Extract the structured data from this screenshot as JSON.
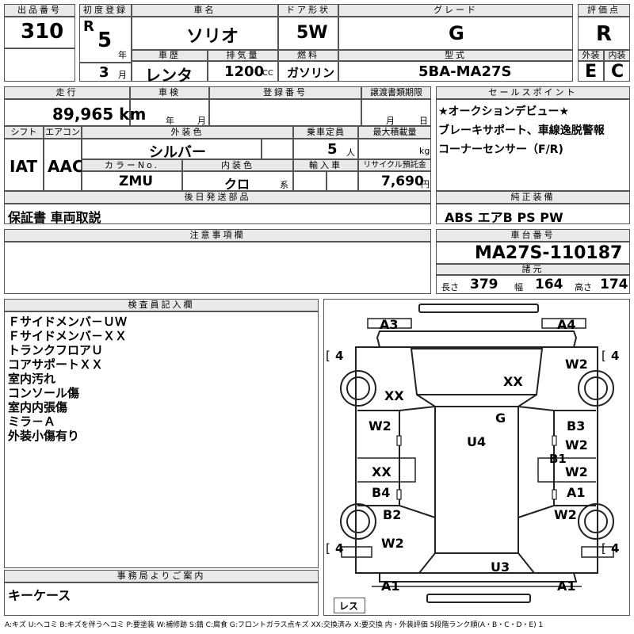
{
  "header": {
    "lot_label": "出品番号",
    "lot_value": "310",
    "first_reg_label": "初度登録",
    "era": "R",
    "year_value": "5",
    "year_unit": "年",
    "month_value": "3",
    "month_unit": "月",
    "car_name_label": "車名",
    "car_name": "ソリオ",
    "door_label": "ドア形状",
    "door_value": "5W",
    "grade_label": "グレード",
    "grade_value": "G",
    "score_label": "評価点",
    "score_value": "R",
    "history_label": "車歴",
    "history_value": "レンタ",
    "displacement_label": "排気量",
    "displacement_value": "1200",
    "displacement_unit": "CC",
    "fuel_label": "燃料",
    "fuel_value": "ガソリン",
    "model_label": "型式",
    "model_value": "5BA-MA27S",
    "exterior_label": "外装",
    "exterior_value": "E",
    "interior_label": "内装",
    "interior_value": "C"
  },
  "row2": {
    "mileage_label": "走行",
    "mileage_value": "89,965 km",
    "inspection_label": "車検",
    "inspection_year_unit": "年",
    "inspection_month_unit": "月",
    "reg_label": "登録番号",
    "transfer_label": "譲渡書類期限",
    "transfer_month_unit": "月",
    "transfer_day_unit": "日",
    "shift_label": "シフト",
    "shift_value": "IAT",
    "ac_label": "エアコン",
    "ac_value": "AAC",
    "color_label": "外装色",
    "color_value": "シルバー",
    "capacity_label": "乗車定員",
    "capacity_value": "5",
    "capacity_unit": "人",
    "load_label": "最大積載量",
    "load_unit": "kg",
    "color_no_label": "カラーNo.",
    "color_no_value": "ZMU",
    "interior_color_label": "内装色",
    "interior_color_value": "クロ",
    "interior_color_unit": "系",
    "import_label": "輸入車",
    "recycle_label": "リサイクル預託金",
    "recycle_value": "7,690",
    "recycle_unit": "円"
  },
  "sales_points": {
    "label": "セールスポイント",
    "lines": [
      "★オークションデビュー★",
      "ブレーキサポート、車線逸脱警報",
      "コーナーセンサー（F/R)"
    ]
  },
  "parts": {
    "label": "後日発送部品",
    "value": "保証書 車両取説"
  },
  "equipment": {
    "label": "純正装備",
    "value": "ABS エアB PS PW"
  },
  "notes": {
    "label": "注意事項欄"
  },
  "chassis": {
    "label": "車台番号",
    "value": "MA27S-110187"
  },
  "dims": {
    "label": "諸元",
    "length_label": "長さ",
    "length_value": "379",
    "width_label": "幅",
    "width_value": "164",
    "height_label": "高さ",
    "height_value": "174"
  },
  "inspector": {
    "label": "検査員記入欄",
    "lines": [
      "Ｆサイドメンバ－ＵＷ",
      "Ｆサイドメンバ－ＸＸ",
      "トランクフロアＵ",
      "コアサポートＸＸ",
      "室内汚れ",
      "コンソール傷",
      "室内内張傷",
      "ミラ－Ａ",
      "外装小傷有り"
    ]
  },
  "office": {
    "label": "事務局よりご案内",
    "value": "キーケース"
  },
  "diagram": {
    "tire_label": "4",
    "marks": {
      "a3": "A3",
      "a4": "A4",
      "w2_tr": "W2",
      "xx_top": "XX",
      "xx_left": "XX",
      "w2_left1": "W2",
      "g": "G",
      "b3": "B3",
      "w2_right1": "W2",
      "u4": "U4",
      "b1": "B1",
      "xx_left2": "XX",
      "w2_right2": "W2",
      "b4": "B4",
      "a1_mid": "A1",
      "b2": "B2",
      "w2_right3": "W2",
      "w2_left3": "W2",
      "u3": "U3",
      "a1_bl": "A1",
      "a1_br": "A1"
    },
    "resu": "レス"
  },
  "legend": "A:キズ U:ヘコミ B:キズを伴うヘコミ P:要塗装 W:補修跡 S:錆 C:腐食 G:フロントガラス点キズ XX:交換済み X:要交換 内・外装評価 5段階ランク順(A・B・C・D・E) 1"
}
